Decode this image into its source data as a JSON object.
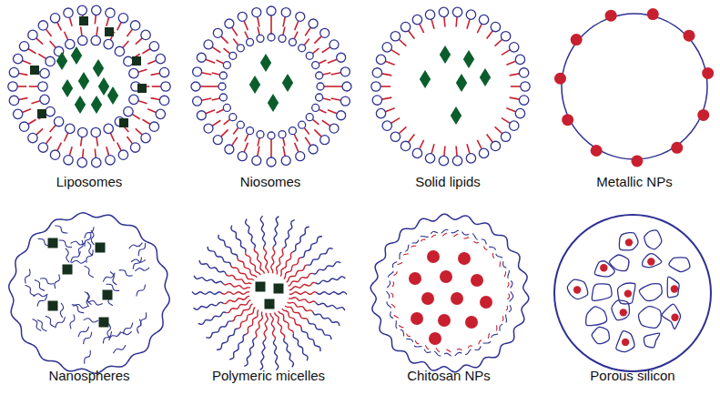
{
  "diagram": {
    "labels": [
      "Liposomes",
      "Niosomes",
      "Solid lipids",
      "Metallic NPs",
      "Nanospheres",
      "Polymeric micelles",
      "Chitosan NPs",
      "Porous silicon"
    ]
  }
}
